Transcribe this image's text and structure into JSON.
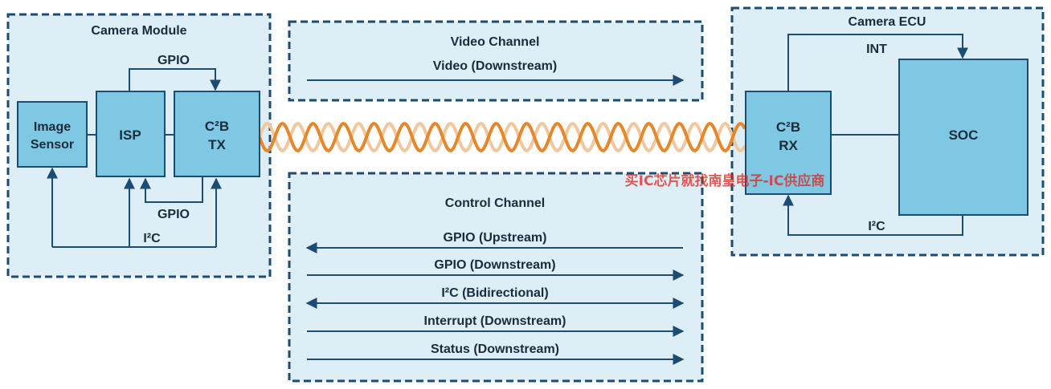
{
  "camera_module": {
    "title": "Camera Module",
    "image_sensor": [
      "Image",
      "Sensor"
    ],
    "isp": "ISP",
    "tx": [
      "C²B",
      "TX"
    ],
    "gpio_top": "GPIO",
    "gpio_bottom": "GPIO",
    "i2c": "I²C"
  },
  "video_channel": {
    "title": "Video Channel",
    "arrows": [
      {
        "label": "Video (Downstream)",
        "direction": "right"
      }
    ]
  },
  "control_channel": {
    "title": "Control Channel",
    "arrows": [
      {
        "label": "GPIO (Upstream)",
        "direction": "left"
      },
      {
        "label": "GPIO (Downstream)",
        "direction": "right"
      },
      {
        "label": "I²C (Bidirectional)",
        "direction": "both"
      },
      {
        "label": "Interrupt (Downstream)",
        "direction": "right"
      },
      {
        "label": "Status (Downstream)",
        "direction": "right"
      }
    ]
  },
  "camera_ecu": {
    "title": "Camera ECU",
    "rx": [
      "C²B",
      "RX"
    ],
    "soc": "SOC",
    "int": "INT",
    "i2c": "I²C"
  },
  "watermark": "买IC芯片就找南皇电子-IC供应商",
  "colors": {
    "panel_fill": "#ddeef6",
    "panel_border": "#1c4c72",
    "block_fill": "#7ec8e3",
    "block_border": "#1c4c72",
    "arrow": "#1c4c72",
    "cable_front": "#e8872a",
    "cable_back": "#f3c79e",
    "text": "#1a2b3c"
  }
}
